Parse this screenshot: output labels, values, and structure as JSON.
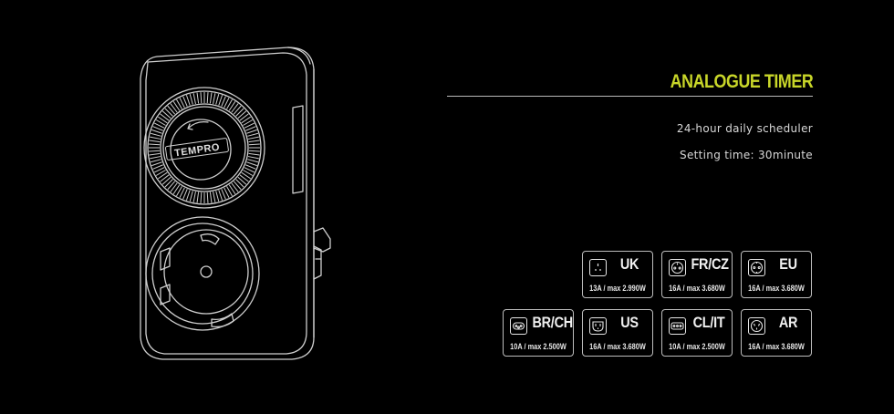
{
  "product": {
    "brand": "TEMPRO"
  },
  "header": {
    "title": "ANALOGUE TIMER",
    "accent_color": "#c8d629"
  },
  "specs": [
    {
      "text": "24-hour daily scheduler"
    },
    {
      "text": "Setting time: 30minute"
    }
  ],
  "plugs": {
    "uk": {
      "code": "UK",
      "rating": "13A / max 2.990W",
      "icon": "uk-socket-icon"
    },
    "frcz": {
      "code": "FR/CZ",
      "rating": "16A / max 3.680W",
      "icon": "fr-cz-socket-icon"
    },
    "eu": {
      "code": "EU",
      "rating": "16A / max 3.680W",
      "icon": "eu-socket-icon"
    },
    "brch": {
      "code": "BR/CH",
      "rating": "10A / max 2.500W",
      "icon": "br-ch-socket-icon"
    },
    "us": {
      "code": "US",
      "rating": "16A / max 3.680W",
      "icon": "us-socket-icon"
    },
    "clit": {
      "code": "CL/IT",
      "rating": "10A / max 2.500W",
      "icon": "cl-it-socket-icon"
    },
    "ar": {
      "code": "AR",
      "rating": "16A / max 3.680W",
      "icon": "ar-socket-icon"
    }
  }
}
